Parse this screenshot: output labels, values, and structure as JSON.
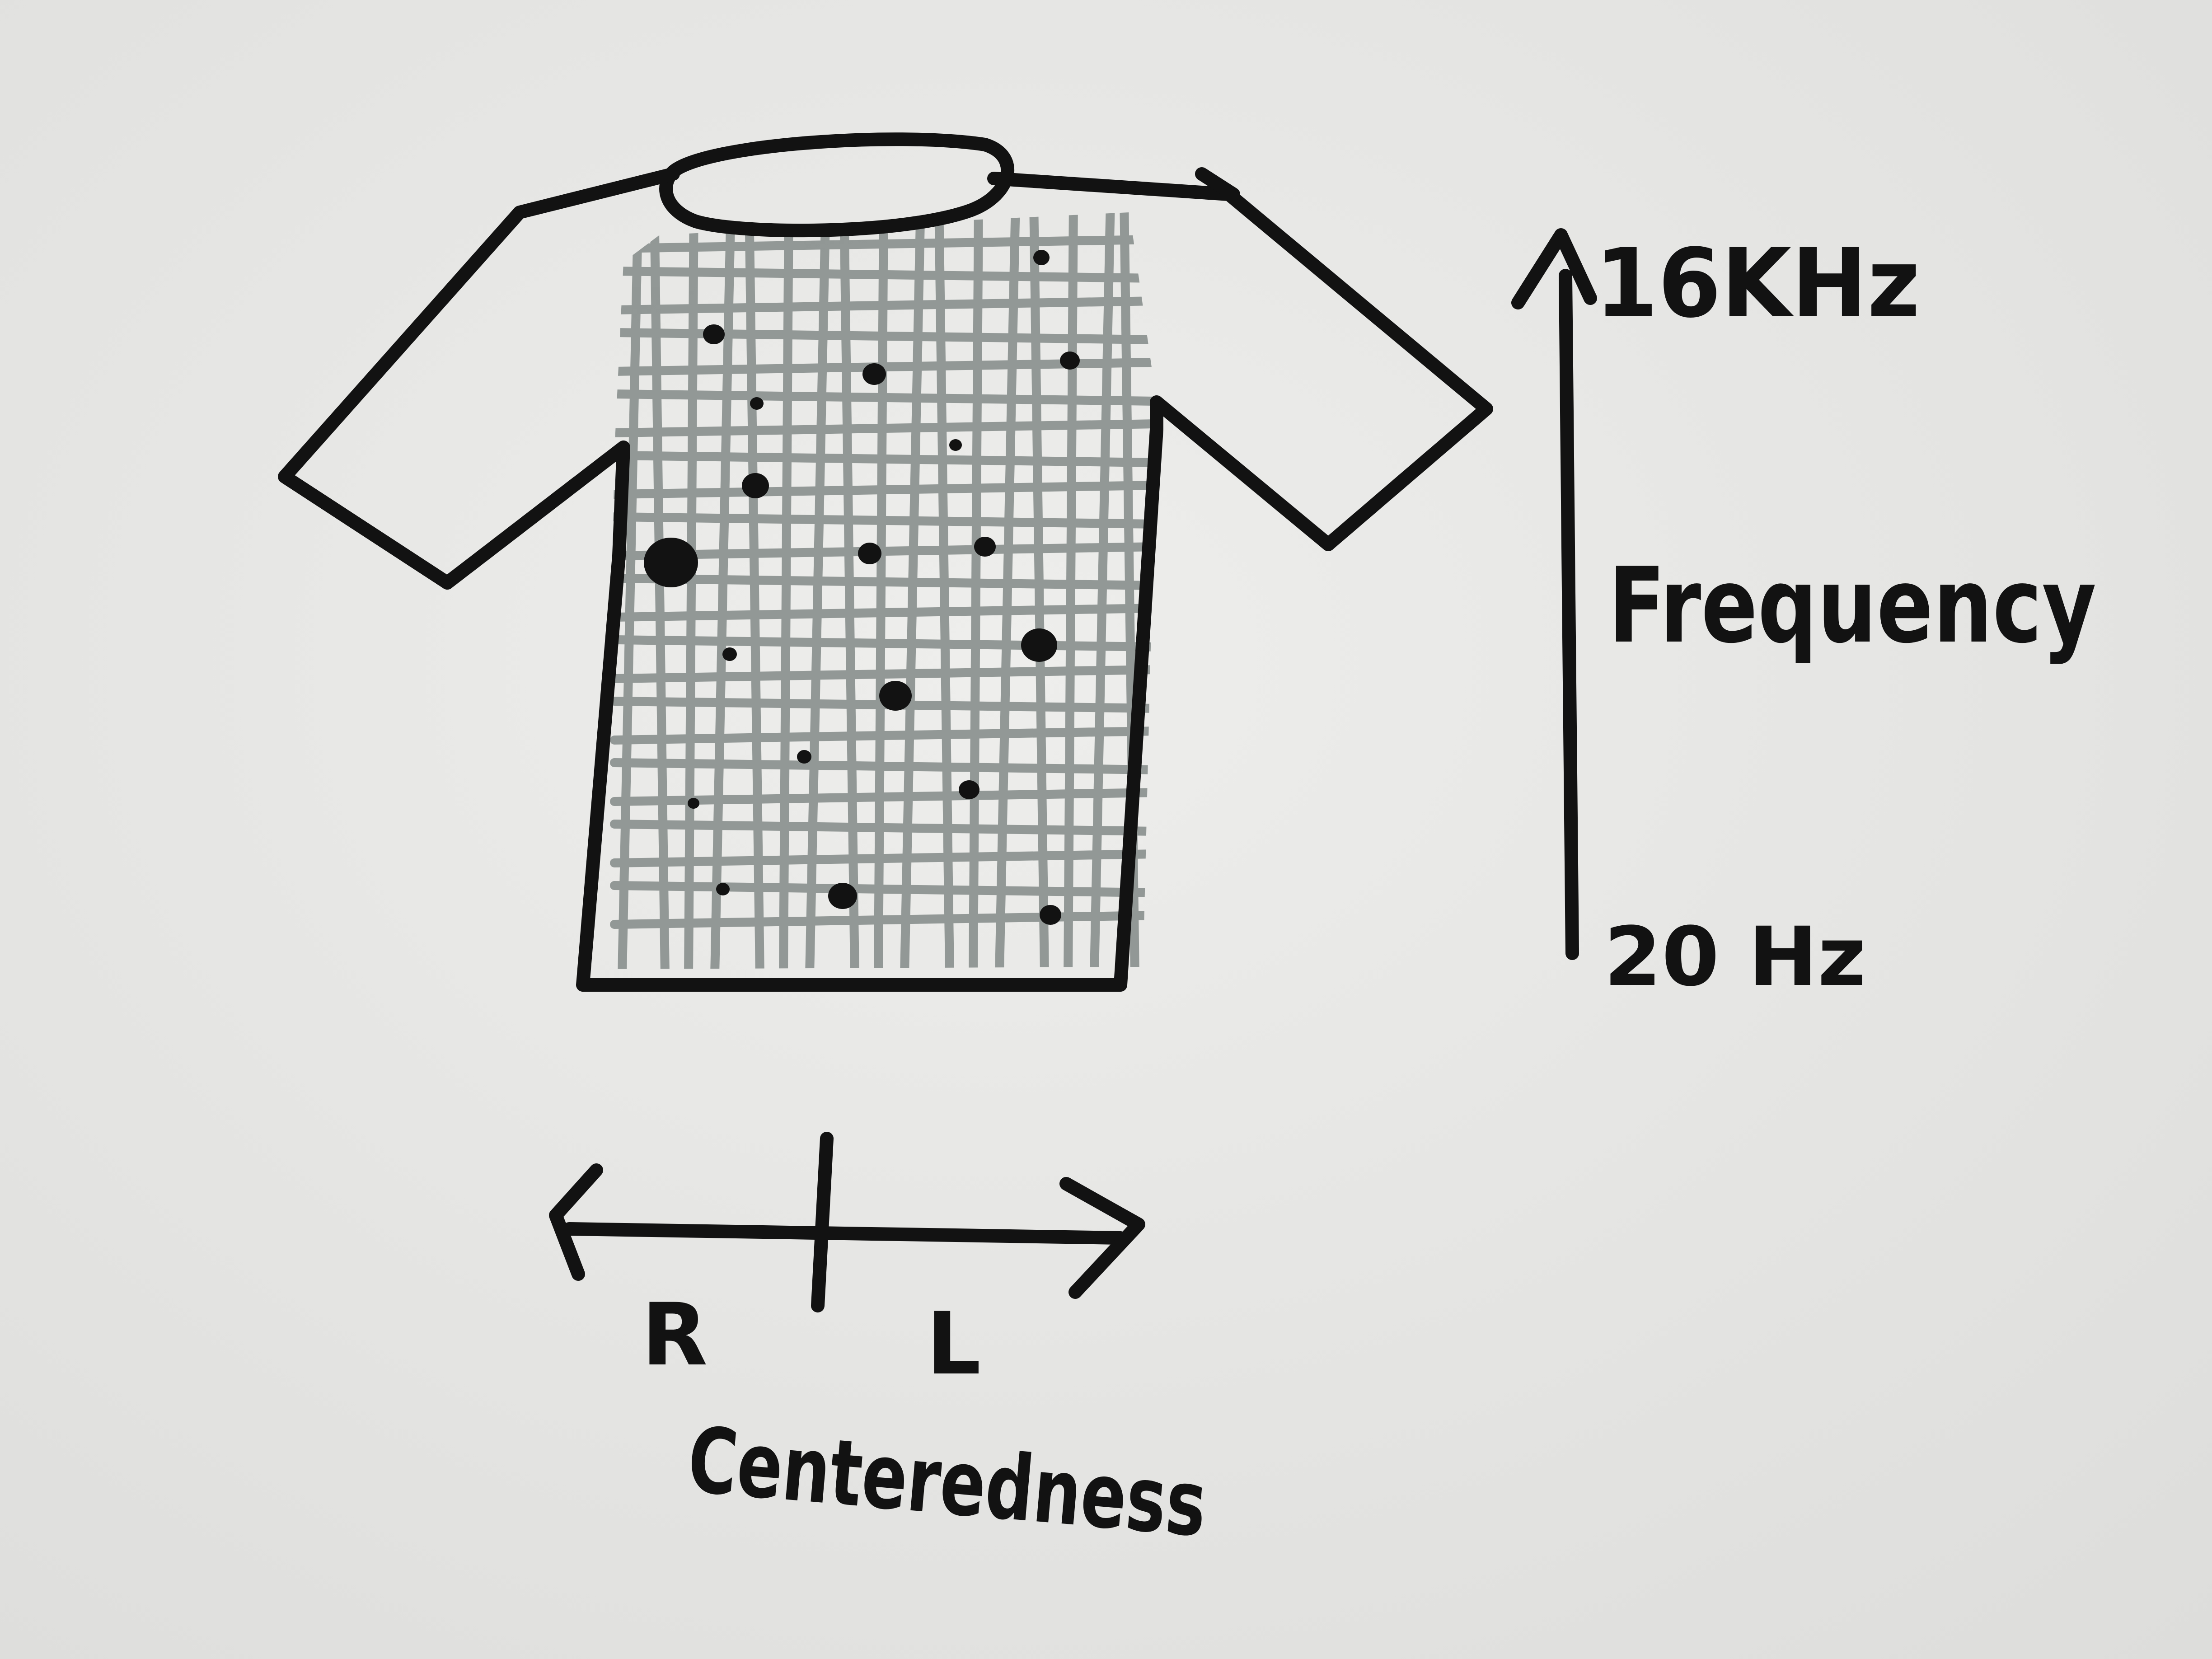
{
  "colors": {
    "paper": "#e8e8e6",
    "ink": "#121212",
    "grid": "#838a88"
  },
  "diagram": {
    "frequency_axis": {
      "top_label": "16KHz",
      "middle_label": "Frequency",
      "bottom_label": "20 Hz"
    },
    "centeredness_axis": {
      "left_label": "R",
      "right_label": "L",
      "caption": "Centeredness"
    }
  }
}
